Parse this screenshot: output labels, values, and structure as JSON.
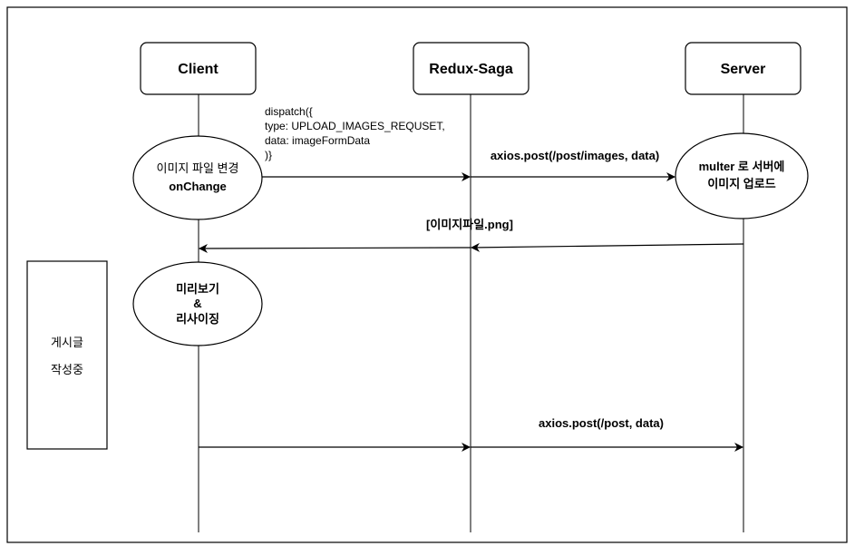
{
  "participants": [
    {
      "id": "client",
      "label": "Client"
    },
    {
      "id": "saga",
      "label": "Redux-Saga"
    },
    {
      "id": "server",
      "label": "Server"
    }
  ],
  "client_process": {
    "line1": "이미지 파일 변경",
    "line2": "onChange"
  },
  "server_process": {
    "line1": "multer 로 서버에",
    "line2": "이미지 업로드"
  },
  "preview_process": {
    "line1": "미리보기",
    "line2": "&",
    "line3": "리사이징"
  },
  "side_note": {
    "line1": "게시글",
    "line2": "작성중"
  },
  "messages": {
    "dispatch": {
      "line1": "dispatch({",
      "line2": "type: UPLOAD_IMAGES_REQUSET,",
      "line3": "data: imageFormData",
      "line4": ")}"
    },
    "upload_post": "axios.post(/post/images, data)",
    "response": "[이미지파일.png]",
    "post_submit": "axios.post(/post, data)"
  }
}
